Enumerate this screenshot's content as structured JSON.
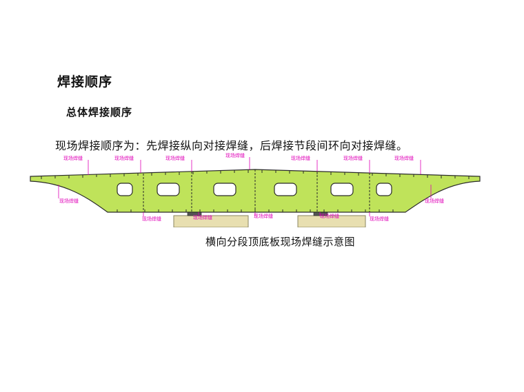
{
  "heading": "焊接顺序",
  "subheading": "总体焊接顺序",
  "paragraph": "现场焊接顺序为：先焊接纵向对接焊缝，后焊接节段间环向对接焊缝。",
  "caption": "横向分段顶底板现场焊缝示意图",
  "diagram": {
    "weld_label": "现场焊缝",
    "colors": {
      "deck": "#bfe35a",
      "outline": "#2a2a2a",
      "label": "#e000b8",
      "pier": "#e8dfb0",
      "bearing": "#555555"
    }
  }
}
